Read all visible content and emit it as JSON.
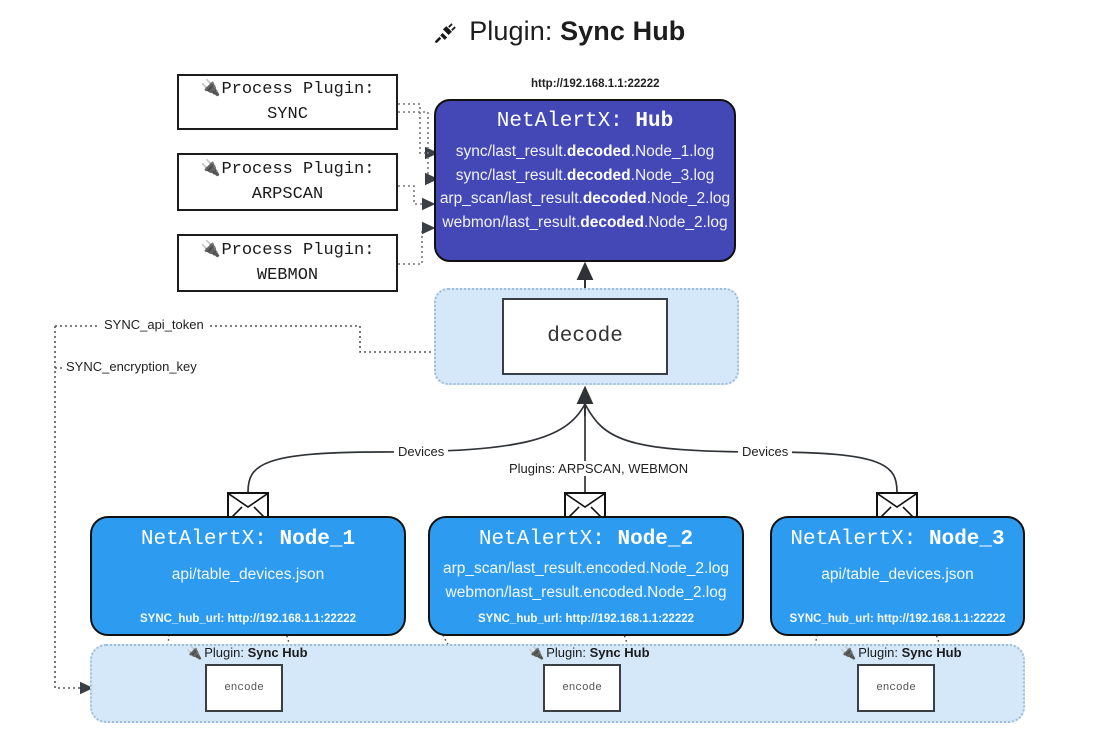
{
  "header": {
    "icon": "plug-icon",
    "prefix": "Plugin:",
    "name": "Sync Hub"
  },
  "process_plugins": [
    {
      "icon": "plug-icon",
      "label": "Process Plugin:",
      "name": "SYNC"
    },
    {
      "icon": "plug-icon",
      "label": "Process Plugin:",
      "name": "ARPSCAN"
    },
    {
      "icon": "plug-icon",
      "label": "Process Plugin:",
      "name": "WEBMON"
    }
  ],
  "hub": {
    "url": "http://192.168.1.1:22222",
    "title_prefix": "NetAlertX:",
    "title_name": "Hub",
    "logs": [
      {
        "pre": "sync/last_result.",
        "em": "decoded",
        "post": ".Node_1.log"
      },
      {
        "pre": "sync/last_result.",
        "em": "decoded",
        "post": ".Node_3.log"
      },
      {
        "pre": "arp_scan/last_result.",
        "em": "decoded",
        "post": ".Node_2.log"
      },
      {
        "pre": "webmon/last_result.",
        "em": "decoded",
        "post": ".Node_2.log"
      }
    ]
  },
  "decode": {
    "label": "decode"
  },
  "settings_edges": [
    {
      "label": "SYNC_api_token"
    },
    {
      "label": "SYNC_encryption_key"
    }
  ],
  "flow_labels": {
    "devices_left": "Devices",
    "devices_right": "Devices",
    "plugins_center": "Plugins: ARPSCAN, WEBMON"
  },
  "nodes": [
    {
      "icon": "envelope-icon",
      "title_prefix": "NetAlertX:",
      "title_name": "Node_1",
      "lines": [
        "api/table_devices.json"
      ],
      "footer": "SYNC_hub_url: http://192.168.1.1:22222",
      "plugin_caption_prefix": "Plugin:",
      "plugin_caption_name": "Sync Hub",
      "encode_label": "encode"
    },
    {
      "icon": "envelope-icon",
      "title_prefix": "NetAlertX:",
      "title_name": "Node_2",
      "lines": [
        "arp_scan/last_result.encoded.Node_2.log",
        "webmon/last_result.encoded.Node_2.log"
      ],
      "footer": "SYNC_hub_url: http://192.168.1.1:22222",
      "plugin_caption_prefix": "Plugin:",
      "plugin_caption_name": "Sync Hub",
      "encode_label": "encode"
    },
    {
      "icon": "envelope-icon",
      "title_prefix": "NetAlertX:",
      "title_name": "Node_3",
      "lines": [
        "api/table_devices.json"
      ],
      "footer": "SYNC_hub_url: http://192.168.1.1:22222",
      "plugin_caption_prefix": "Plugin:",
      "plugin_caption_name": "Sync Hub",
      "encode_label": "encode"
    }
  ],
  "colors": {
    "hub_bg": "#4348b6",
    "node_bg": "#2d9bf0",
    "container_bg": "#d4e8fa",
    "container_border": "#9dbdd8",
    "stroke": "#3a3f45"
  }
}
